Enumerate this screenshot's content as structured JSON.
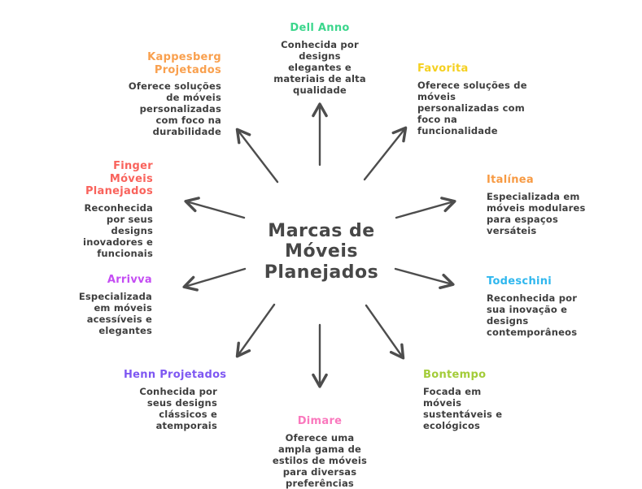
{
  "title": "Marcas de Móveis Planejados",
  "title_color": "#474747",
  "arrow_color": "#4d4d4d",
  "nodes": [
    {
      "id": "dell-anno",
      "label": "Dell Anno",
      "color": "#3bd68c",
      "description": "Conhecida por designs elegantes e materiais de alta qualidade"
    },
    {
      "id": "favorita",
      "label": "Favorita",
      "color": "#f5d020",
      "description": "Oferece soluções de móveis personalizadas com foco na funcionalidade"
    },
    {
      "id": "italinea",
      "label": "Italínea",
      "color": "#f79a43",
      "description": "Especializada em móveis modulares para espaços versáteis"
    },
    {
      "id": "todeschini",
      "label": "Todeschini",
      "color": "#2fb7ee",
      "description": "Reconhecida por sua inovação e designs contemporâneos"
    },
    {
      "id": "bontempo",
      "label": "Bontempo",
      "color": "#a3cc39",
      "description": "Focada em móveis sustentáveis e ecológicos"
    },
    {
      "id": "dimare",
      "label": "Dimare",
      "color": "#fa78bd",
      "description": "Oferece uma ampla gama de estilos de móveis para diversas preferências"
    },
    {
      "id": "henn",
      "label": "Henn Projetados",
      "color": "#7e57f2",
      "description": "Conhecida por seus designs clássicos e atemporais"
    },
    {
      "id": "arrivva",
      "label": "Arrivva",
      "color": "#c44df3",
      "description": "Especializada em móveis acessíveis e elegantes"
    },
    {
      "id": "finger",
      "label": "Finger Móveis Planejados",
      "color": "#f9635c",
      "description": "Reconhecida por seus designs inovadores e funcionais"
    },
    {
      "id": "kappesberg",
      "label": "Kappesberg Projetados",
      "color": "#f9a04e",
      "description": "Oferece soluções de móveis personalizadas com foco na durabilidade"
    }
  ]
}
